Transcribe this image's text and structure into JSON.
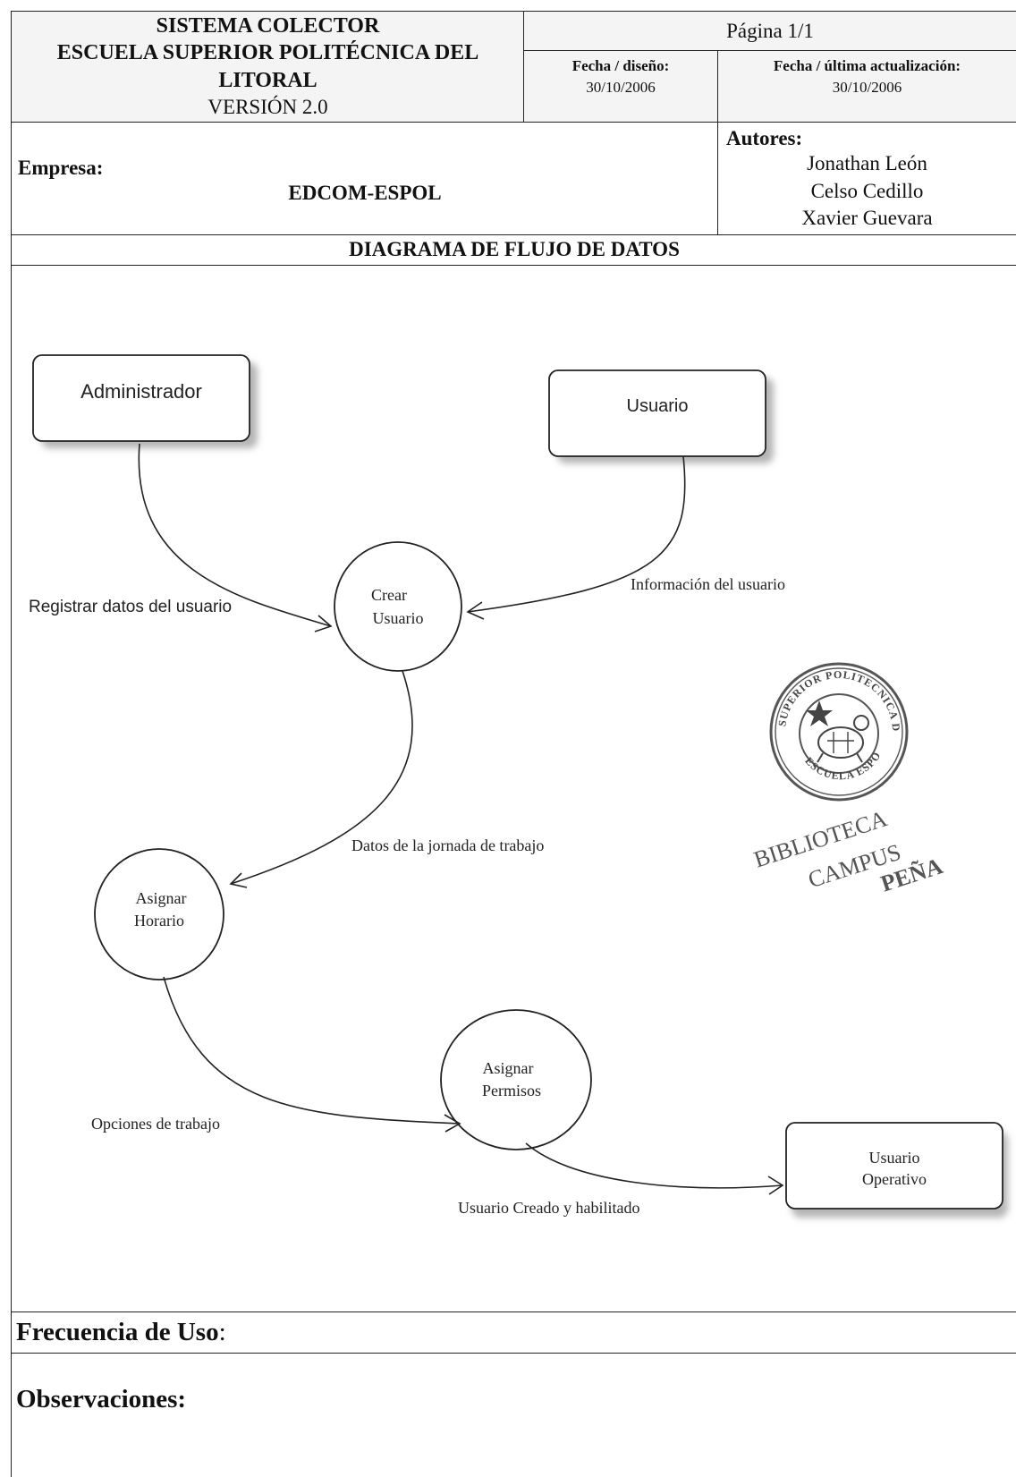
{
  "header": {
    "system_title": "SISTEMA COLECTOR",
    "institution_line1": "ESCUELA SUPERIOR POLITÉCNICA DEL",
    "institution_line2": "LITORAL",
    "version": "VERSIÓN 2.0",
    "page": "Página 1/1",
    "design_date_label": "Fecha / diseño:",
    "design_date": "30/10/2006",
    "update_date_label": "Fecha / última actualización:",
    "update_date": "30/10/2006"
  },
  "company": {
    "label": "Empresa:",
    "name": "EDCOM-ESPOL"
  },
  "authors": {
    "label": "Autores:",
    "names": [
      "Jonathan León",
      "Celso Cedillo",
      "Xavier Guevara"
    ]
  },
  "section_title": "DIAGRAMA DE FLUJO DE DATOS",
  "diagram": {
    "entities": {
      "admin": "Administrador",
      "user": "Usuario",
      "operative_line1": "Usuario",
      "operative_line2": "Operativo"
    },
    "processes": {
      "create_line1": "Crear",
      "create_line2": "Usuario",
      "schedule_line1": "Asignar",
      "schedule_line2": "Horario",
      "perms_line1": "Asignar",
      "perms_line2": "Permisos"
    },
    "flows": {
      "register": "Registrar datos del usuario",
      "user_info": "Información del usuario",
      "workday": "Datos de la jornada de trabajo",
      "work_options": "Opciones de trabajo",
      "created": "Usuario Creado y habilitado"
    }
  },
  "stamp": {
    "ring_text": "SUPERIOR POLITECNICA DEL LITORAL",
    "bottom_text": "ESCUELA ESPOL",
    "line1": "BIBLIOTECA",
    "line2": "CAMPUS",
    "line3": "PEÑA"
  },
  "footer": {
    "frequency_label": "Frecuencia de Uso",
    "frequency_colon": ":",
    "observations_label": "Observaciones:"
  }
}
